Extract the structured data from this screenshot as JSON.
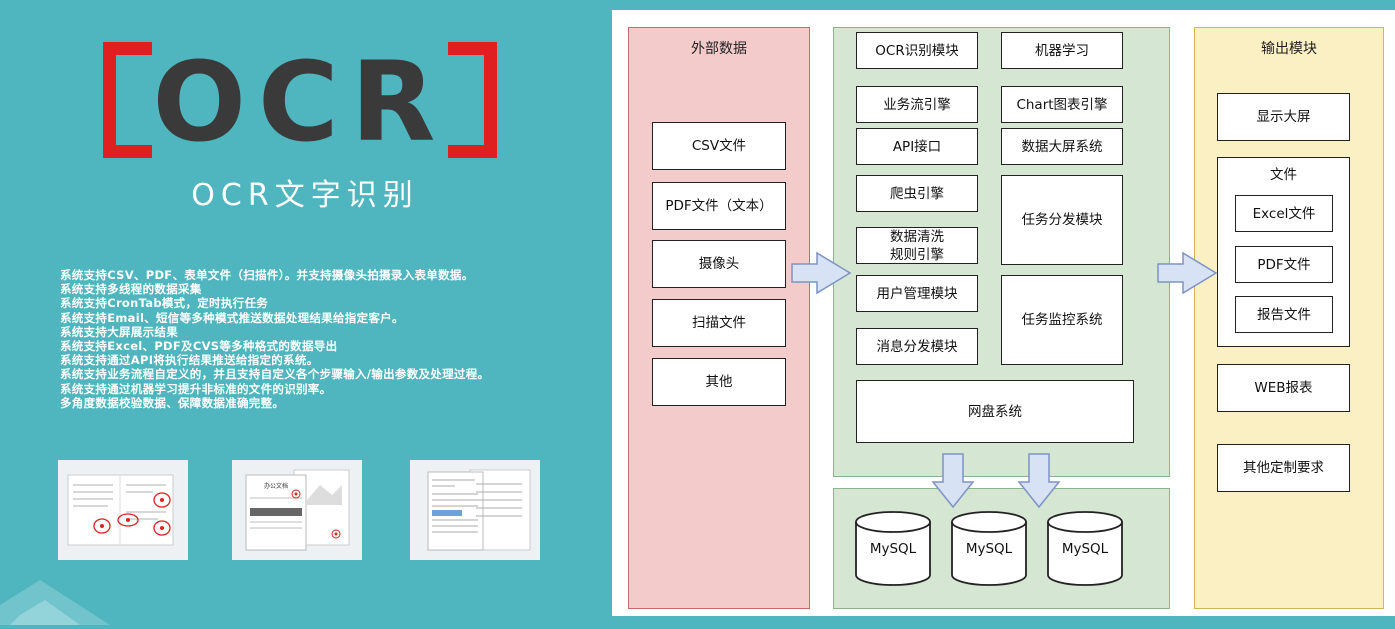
{
  "brand": {
    "logo_text": "OCR",
    "subtitle": "OCR文字识别",
    "accent_color": "#e02020",
    "logo_text_color": "#3a3a3a",
    "background_color": "#4fb5be"
  },
  "features": [
    "系统支持CSV、PDF、表单文件（扫描件）。并支持摄像头拍摄录入表单数据。",
    "系统支持多线程的数据采集",
    "系统支持CronTab模式，定时执行任务",
    "系统支持Email、短信等多种模式推送数据处理结果给指定客户。",
    "系统支持大屏展示结果",
    "系统支持Excel、PDF及CVS等多种格式的数据导出",
    "系统支持通过API将执行结果推送给指定的系统。",
    "系统支持业务流程自定义的，并且支持自定义各个步骤输入/输出参数及处理过程。",
    "系统支持通过机器学习提升非标准的文件的识别率。",
    "多角度数据校验数据、保障数据准确完整。"
  ],
  "thumbnails": [
    {
      "name": "form-scan-thumbnail",
      "icon": "document-stamp-icon"
    },
    {
      "name": "office-document-thumbnail",
      "label": "办公文档",
      "icon": "document-image-icon"
    },
    {
      "name": "report-thumbnail",
      "icon": "report-pages-icon"
    }
  ],
  "diagram": {
    "external": {
      "title": "外部数据",
      "items": [
        "CSV文件",
        "PDF文件（文本）",
        "摄像头",
        "扫描文件",
        "其他"
      ]
    },
    "core": {
      "ocr": "OCR识别模块",
      "ml": "机器学习",
      "workflow": "业务流引擎",
      "chart": "Chart图表引擎",
      "api": "API接口",
      "dashboard": "数据大屏系统",
      "crawler": "爬虫引擎",
      "task_dispatch": "任务分发模块",
      "cleaning_line1": "数据清洗",
      "cleaning_line2": "规则引擎",
      "user_mgmt": "用户管理模块",
      "task_monitor": "任务监控系统",
      "message": "消息分发模块",
      "netdisk": "网盘系统"
    },
    "databases": [
      "MySQL",
      "MySQL",
      "MySQL"
    ],
    "output": {
      "title": "输出模块",
      "display": "显示大屏",
      "files_title": "文件",
      "files": [
        "Excel文件",
        "PDF文件",
        "报告文件"
      ],
      "web_report": "WEB报表",
      "custom": "其他定制要求"
    },
    "colors": {
      "external_fill": "#f3cbcb",
      "core_fill": "#d5e7d2",
      "output_fill": "#fbefc4",
      "arrow_fill": "#d7e3f5",
      "arrow_stroke": "#7d93c4"
    }
  }
}
